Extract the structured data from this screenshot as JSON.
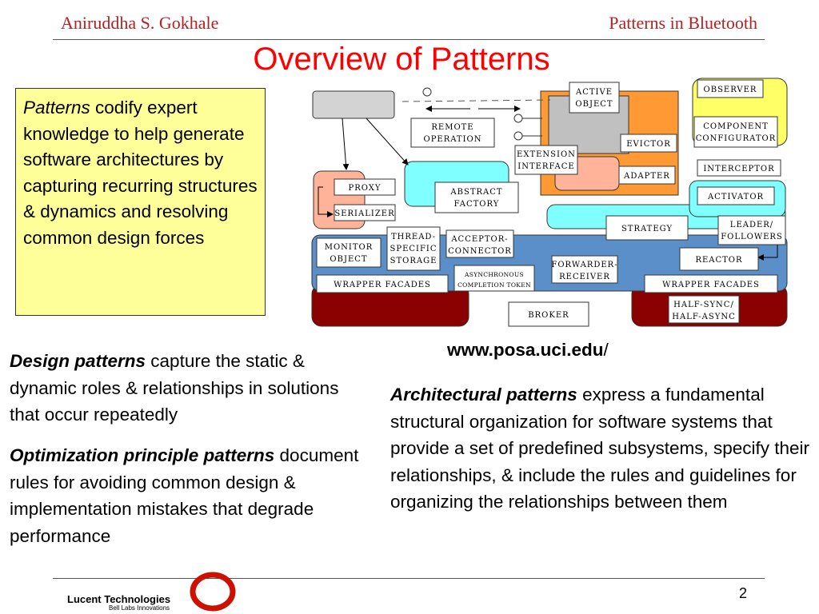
{
  "header": {
    "author": "Aniruddha S. Gokhale",
    "topic": "Patterns in Bluetooth"
  },
  "title": "Overview of Patterns",
  "callout": {
    "term": "Patterns",
    "rest": " codify expert knowledge to help generate software architectures by capturing recurring structures & dynamics and resolving common design forces"
  },
  "design": {
    "term": "Design patterns",
    "rest": " capture the static & dynamic roles & relationships in solutions that occur repeatedly"
  },
  "optimization": {
    "term": "Optimization principle patterns",
    "rest": " document rules for avoiding common design & implementation mistakes that degrade performance"
  },
  "url": {
    "text": "www.posa.uci.edu",
    "slash": "/"
  },
  "architectural": {
    "term": "Architectural patterns",
    "rest": " express a fundamental structural organization for software systems that provide a set of predefined subsystems, specify their relationships, & include the rules and guidelines for organizing the relationships between them"
  },
  "diagram": {
    "active_object": [
      "ACTIVE",
      "OBJECT"
    ],
    "observer": "OBSERVER",
    "remote_operation": [
      "REMOTE",
      "OPERATION"
    ],
    "component_configurator": [
      "COMPONENT",
      "CONFIGURATOR"
    ],
    "evictor": "EVICTOR",
    "extension_interface": [
      "EXTENSION",
      "INTERFACE"
    ],
    "adapter": "ADAPTER",
    "interceptor": "INTERCEPTOR",
    "proxy": "PROXY",
    "abstract_factory": [
      "ABSTRACT",
      "FACTORY"
    ],
    "activator": "ACTIVATOR",
    "serializer": "SERIALIZER",
    "strategy": "STRATEGY",
    "leader_followers": [
      "LEADER/",
      "FOLLOWERS"
    ],
    "thread_specific_storage": [
      "THREAD-",
      "SPECIFIC",
      "STORAGE"
    ],
    "acceptor_connector": [
      "ACCEPTOR-",
      "CONNECTOR"
    ],
    "monitor_object": [
      "MONITOR",
      "OBJECT"
    ],
    "reactor": "REACTOR",
    "forwarder_receiver": [
      "FORWARDER-",
      "RECEIVER"
    ],
    "asynchronous_completion_token": [
      "ASYNCHRONOUS",
      "COMPLETION TOKEN"
    ],
    "wrapper_facades_left": "WRAPPER FACADES",
    "wrapper_facades_right": "WRAPPER FACADES",
    "half_sync_half_async": [
      "HALF-SYNC/",
      "HALF-ASYNC"
    ],
    "broker": "BROKER"
  },
  "footer": {
    "company": "Lucent Technologies",
    "tagline": "Bell Labs Innovations",
    "page": "2"
  },
  "colors": {
    "header": "#b22222",
    "title": "#ff0000",
    "callout_bg": "#ffff99",
    "layer_blue": "#5b8fc9",
    "layer_cyan": "#7fffff",
    "layer_maroon": "#8b0000",
    "layer_orange": "#ff9933",
    "layer_yellow": "#ffff66",
    "layer_pink": "#ffb399"
  }
}
